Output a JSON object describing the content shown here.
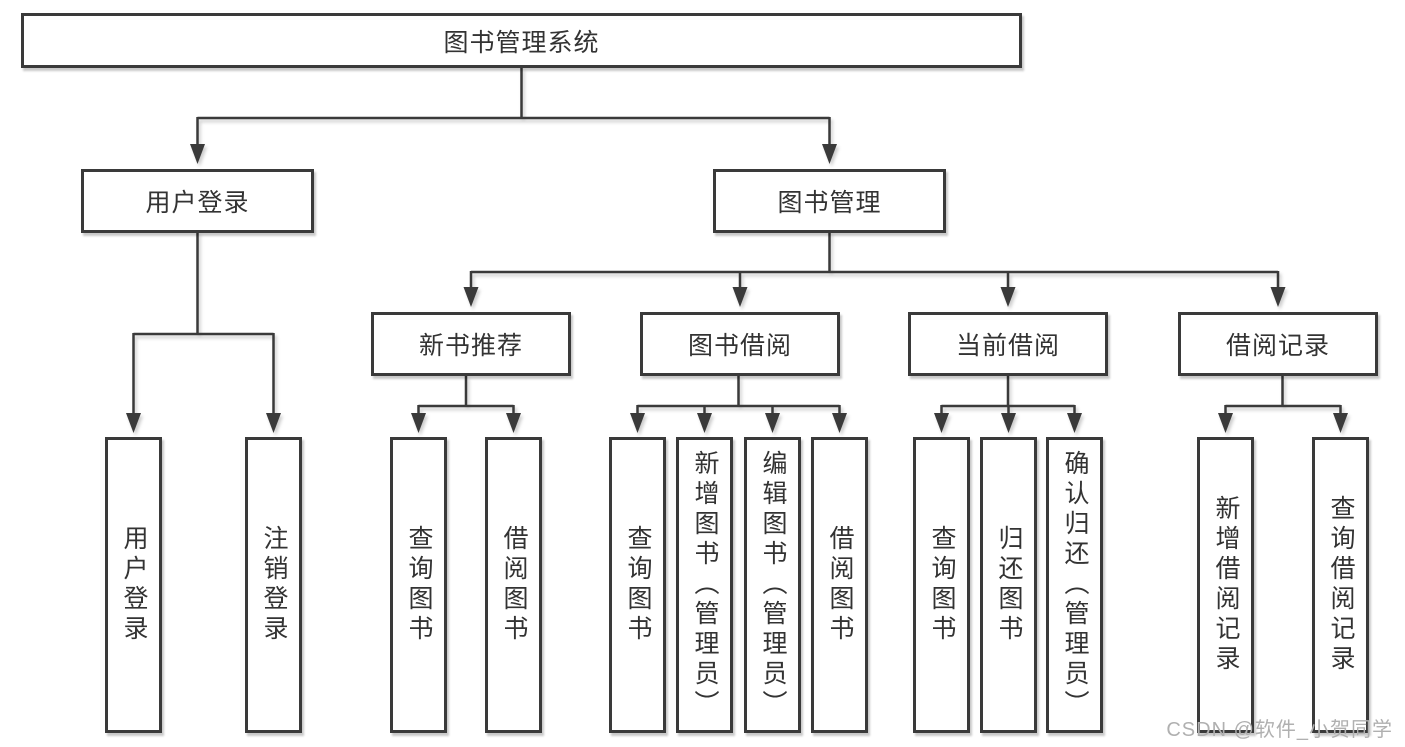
{
  "diagram": {
    "root": {
      "label": "图书管理系统"
    },
    "branches": [
      {
        "label": "用户登录",
        "children": [
          {
            "label": "用户登录"
          },
          {
            "label": "注销登录"
          }
        ]
      },
      {
        "label": "图书管理",
        "children": [
          {
            "label": "新书推荐",
            "children": [
              {
                "label": "查询图书"
              },
              {
                "label": "借阅图书"
              }
            ]
          },
          {
            "label": "图书借阅",
            "children": [
              {
                "label": "查询图书"
              },
              {
                "label": "新增图书（管理员）"
              },
              {
                "label": "编辑图书（管理员）"
              },
              {
                "label": "借阅图书"
              }
            ]
          },
          {
            "label": "当前借阅",
            "children": [
              {
                "label": "查询图书"
              },
              {
                "label": "归还图书"
              },
              {
                "label": "确认归还（管理员）"
              }
            ]
          },
          {
            "label": "借阅记录",
            "children": [
              {
                "label": "新增借阅记录"
              },
              {
                "label": "查询借阅记录"
              }
            ]
          }
        ]
      }
    ]
  },
  "watermark": {
    "text": "CSDN @软件_小贺同学"
  },
  "colors": {
    "line": "#3a3a3a",
    "text": "#333333",
    "box-bg": "#ffffff",
    "watermark": "#b0b0b0",
    "page-bg": "#ffffff"
  }
}
